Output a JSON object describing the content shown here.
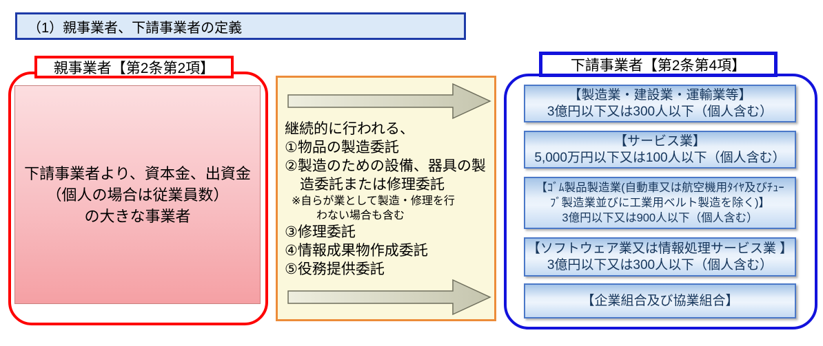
{
  "title": {
    "text": "（1）親事業者、下請事業者の定義"
  },
  "parent": {
    "label": "親事業者【第2条第2項】",
    "body_lines": [
      "下請事業者より、資本金、出資金",
      "（個人の場合は従業員数）",
      "の大きな事業者"
    ]
  },
  "middle": {
    "arrow_icon": "right-arrow",
    "lines": [
      "継続的に行われる、",
      "①物品の製造委託",
      "②製造のための設備、器具の製",
      "造委託または修理委託",
      "※自らが業として製造・修理を行",
      "わない場合も含む",
      "③修理委託",
      "④情報成果物作成委託",
      "⑤役務提供委託"
    ]
  },
  "subcontractor": {
    "label": "下請事業者【第2条第4項】",
    "boxes": [
      {
        "lines": [
          "【製造業・建設業・運輸業等】",
          "3億円以下又は300人以下（個人含む）"
        ]
      },
      {
        "lines": [
          "【サービス業】",
          "5,000万円以下又は100人以下（個人含む）"
        ]
      },
      {
        "lines": [
          "【ｺﾞﾑ製品製造業(自動車又は航空機用ﾀｲﾔ及びﾁｭｰ",
          "ﾌﾞ製造業並びに工業用ベルト製造を除く)】",
          "3億円以下又は900人以下（個人含む）"
        ]
      },
      {
        "lines": [
          "【ソフトウェア業又は情報処理サービス業 】",
          "3億円以下又は300人以下（個人含む）"
        ]
      },
      {
        "lines": [
          "【企業組合及び協業組合】"
        ]
      }
    ]
  },
  "colors": {
    "title_bar_bg": "#DBE9F8",
    "title_bar_border": "#1E3BA8",
    "parent_accent_red": "#FE0000",
    "parent_box_gradient_top": "#FCDEE0",
    "parent_box_gradient_bottom": "#F5A0A4",
    "middle_bg": "#FBF8DC",
    "middle_border_orange": "#EC8C3A",
    "arrow_fill_light": "#EEEEDF",
    "arrow_fill_dark": "#C5C5AE",
    "arrow_outline": "#6E6E5C",
    "subcontractor_accent_blue": "#1212DC",
    "category_box_border": "#4A78C8",
    "category_box_gradient_top": "#A5C4E7",
    "category_box_gradient_bottom": "#C4DAF3",
    "category_text": "#16365C"
  }
}
